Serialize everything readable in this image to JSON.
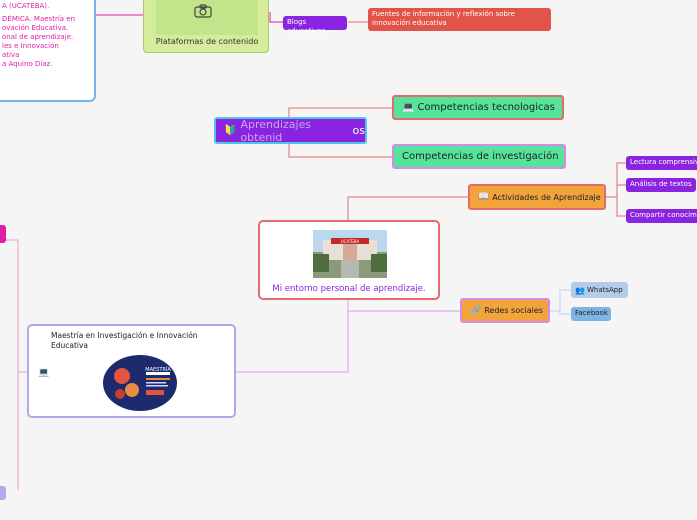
{
  "top_left_card": {
    "lines": [
      "A (UCATEBA).",
      "DÉMICA. Maestría en",
      "ovación Educativa.",
      "onal de aprendizaje.",
      "les e Innovación",
      "ativa",
      "a Aquino Díaz."
    ]
  },
  "plataformas": {
    "label": "Plataformas de contenido"
  },
  "blogs": {
    "label": "Blogs educativos",
    "detail": "Fuentes de información y reflexión sobre innovación educativa"
  },
  "aprendizajes": {
    "label_a": "Aprendizajes obtenid",
    "label_b": "os"
  },
  "competencias_tec": {
    "label": "Competencias tecnologicas"
  },
  "competencias_inv": {
    "label": "Competencias de investigación"
  },
  "central": {
    "label": "Mi entorno personal de aprendizaje.",
    "sign": "UCATEBA"
  },
  "actividades": {
    "label": "Actividades de Aprendizaje",
    "items": [
      "Lectura comprensiva",
      "Análisis de textos",
      "Compartir conocimiento"
    ]
  },
  "redes": {
    "label": "Redes sociales",
    "items": [
      "WhatsApp",
      "Facebook"
    ]
  },
  "maestria": {
    "label": "Maestría en Investigación e Innovación Educativa",
    "poster_title": "MAESTRÍA"
  },
  "colors": {
    "purple": "#8b24e0",
    "orange": "#f2a33c",
    "green": "#56e39a",
    "red_card": "#e56a6a",
    "blue_card": "#7ab2e6",
    "magenta": "#e01ea8"
  }
}
